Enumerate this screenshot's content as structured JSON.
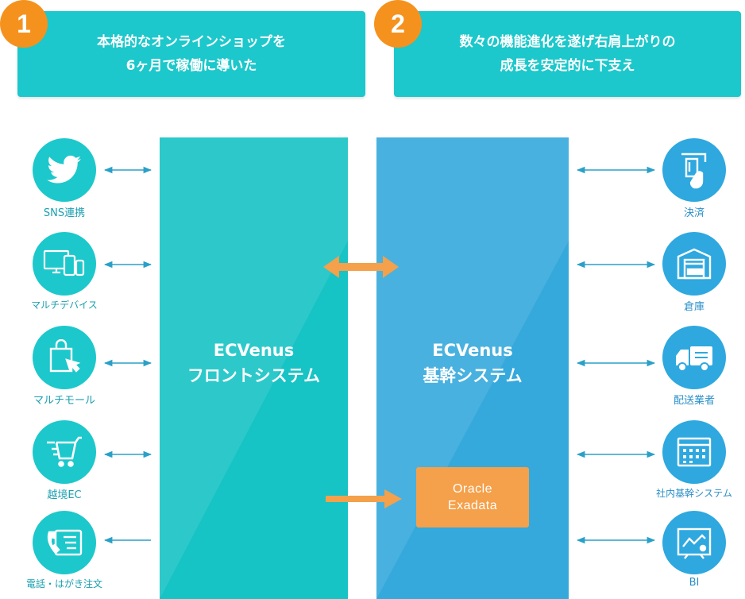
{
  "banners": [
    {
      "number": "1",
      "line1": "本格的なオンラインショップを",
      "line2": "6ヶ月で稼働に導いた"
    },
    {
      "number": "2",
      "line1": "数々の機能進化を遂げ右肩上がりの",
      "line2": "成長を安定的に下支え"
    }
  ],
  "front_system": {
    "line1": "ECVenus",
    "line2": "フロントシステム"
  },
  "core_system": {
    "line1": "ECVenus",
    "line2": "基幹システム"
  },
  "oracle": {
    "line1": "Oracle",
    "line2": "Exadata"
  },
  "left_nodes": [
    {
      "label": "SNS連携",
      "icon": "twitter-icon"
    },
    {
      "label": "マルチデバイス",
      "icon": "devices-icon"
    },
    {
      "label": "マルチモール",
      "icon": "shopping-bag-icon"
    },
    {
      "label": "越境EC",
      "icon": "cart-icon"
    },
    {
      "label": "電話・はがき注文",
      "icon": "phone-postcard-icon"
    }
  ],
  "right_nodes": [
    {
      "label": "決済",
      "icon": "card-payment-icon"
    },
    {
      "label": "倉庫",
      "icon": "warehouse-icon"
    },
    {
      "label": "配送業者",
      "icon": "delivery-truck-icon"
    },
    {
      "label": "社内基幹システム",
      "icon": "calendar-grid-icon"
    },
    {
      "label": "BI",
      "icon": "chart-board-icon"
    }
  ],
  "colors": {
    "teal": "#1cc8cb",
    "blue": "#2ea8df",
    "orange": "#f5921e",
    "oracle": "#f5a04a"
  }
}
